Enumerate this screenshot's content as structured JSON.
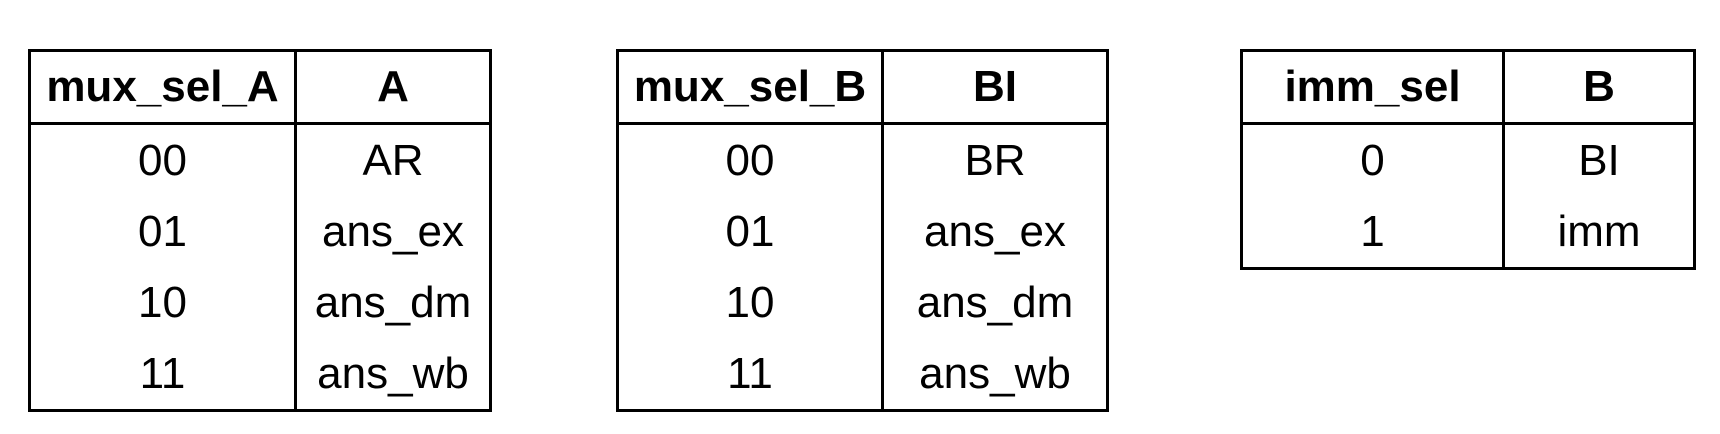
{
  "tables": [
    {
      "headers": [
        "mux_sel_A",
        "A"
      ],
      "rows": [
        [
          "00",
          "AR"
        ],
        [
          "01",
          "ans_ex"
        ],
        [
          "10",
          "ans_dm"
        ],
        [
          "11",
          "ans_wb"
        ]
      ]
    },
    {
      "headers": [
        "mux_sel_B",
        "BI"
      ],
      "rows": [
        [
          "00",
          "BR"
        ],
        [
          "01",
          "ans_ex"
        ],
        [
          "10",
          "ans_dm"
        ],
        [
          "11",
          "ans_wb"
        ]
      ]
    },
    {
      "headers": [
        "imm_sel",
        "B"
      ],
      "rows": [
        [
          "0",
          "BI"
        ],
        [
          "1",
          "imm"
        ]
      ]
    }
  ]
}
